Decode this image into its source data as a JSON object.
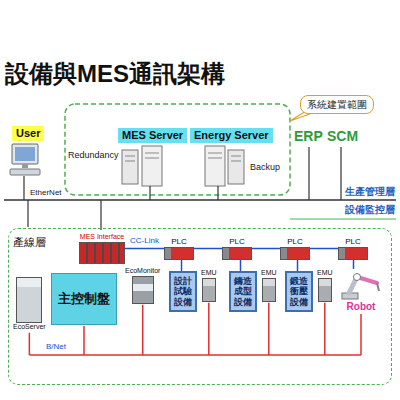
{
  "diagram": {
    "title": "設備與MES通訊架構",
    "nodes": [
      {
        "text": [
          "系統建置範圍"
        ]
      },
      {
        "text": [
          "User"
        ]
      },
      {
        "text": [
          "MES Server"
        ]
      },
      {
        "text": [
          "Energy Server"
        ]
      },
      {
        "text": [
          "產線層"
        ]
      },
      {
        "text": [
          "MES Interface"
        ],
        "in": 4
      },
      {
        "text": [
          "PLC"
        ],
        "in": 4
      },
      {
        "text": [
          "PLC"
        ],
        "in": 4
      },
      {
        "text": [
          "PLC"
        ],
        "in": 4
      },
      {
        "text": [
          "PLC"
        ],
        "in": 4
      },
      {
        "text": [
          "主控制盤"
        ],
        "in": 4
      },
      {
        "text": [
          "EcoMonitor"
        ],
        "in": 4
      },
      {
        "text": [
          "設計試驗設備"
        ],
        "in": 4
      },
      {
        "text": [
          "EMU"
        ],
        "in": 4
      },
      {
        "text": [
          "鑄造成型設備"
        ],
        "in": 4
      },
      {
        "text": [
          "EMU"
        ],
        "in": 4
      },
      {
        "text": [
          "鍛造衝壓設備"
        ],
        "in": 4
      },
      {
        "text": [
          "EMU"
        ],
        "in": 4
      },
      {
        "text": [
          "Robot"
        ],
        "in": 4
      },
      {
        "text": [
          "EcoServer"
        ],
        "in": 4
      }
    ],
    "edges": [
      {
        "from": 5,
        "to": 6,
        "label": "CC-Link",
        "arrow": "none"
      },
      {
        "from": 6,
        "to": 7,
        "arrow": "none"
      },
      {
        "from": 7,
        "to": 8,
        "arrow": "none"
      },
      {
        "from": 8,
        "to": 9,
        "arrow": "none"
      },
      {
        "from": 6,
        "to": 12,
        "arrow": "none"
      },
      {
        "from": 7,
        "to": 14,
        "arrow": "none"
      },
      {
        "from": 8,
        "to": 16,
        "arrow": "none"
      },
      {
        "from": 9,
        "to": 18,
        "arrow": "none"
      }
    ],
    "labels": [
      "Redundancy",
      "Backup",
      "EtherNet",
      "ERP",
      "SCM",
      "生產管理層",
      "設備監控層",
      "B/Net"
    ]
  }
}
